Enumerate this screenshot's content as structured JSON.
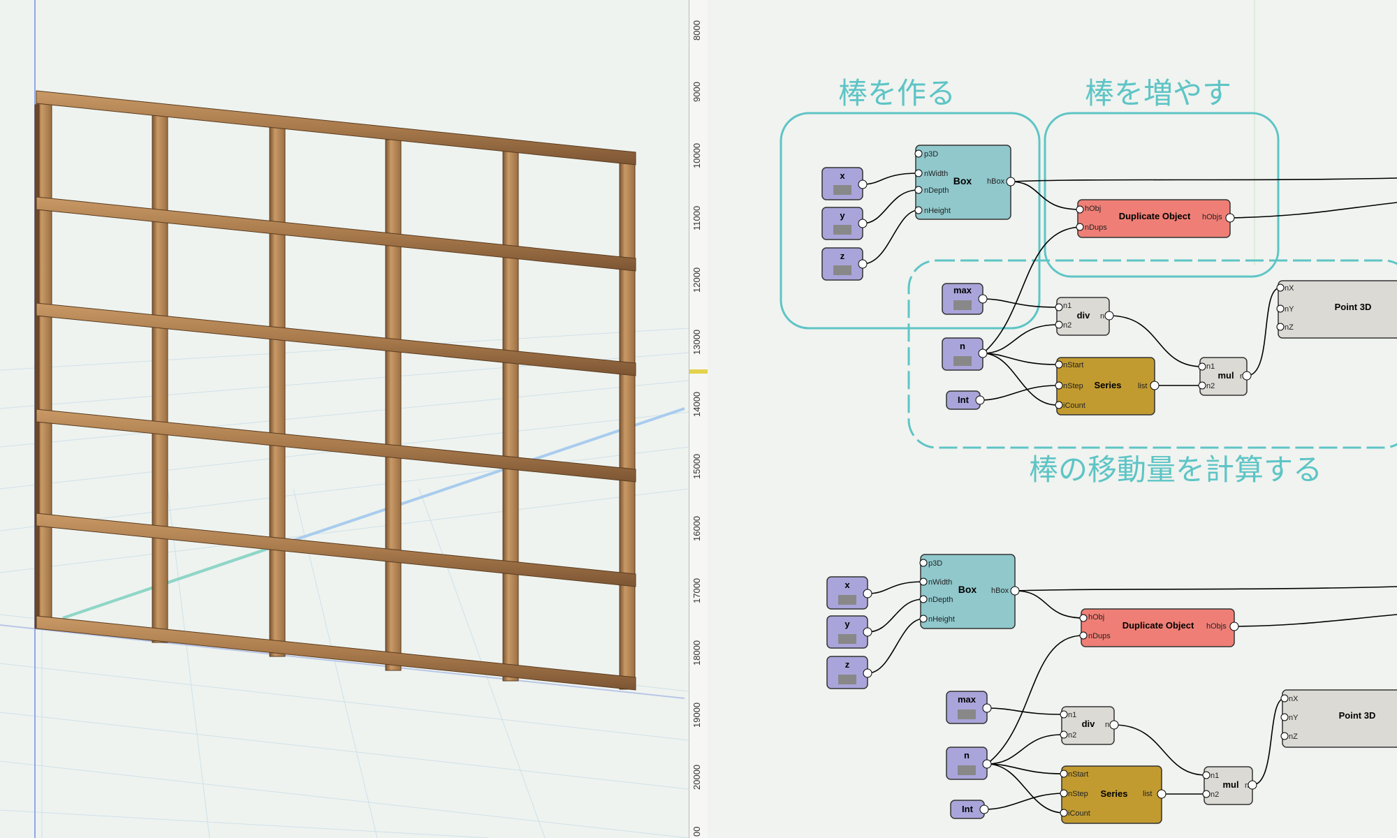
{
  "ruler": {
    "labels": [
      "8000",
      "9000",
      "10000",
      "11000",
      "12000",
      "13000",
      "14000",
      "15000",
      "16000",
      "17000",
      "18000",
      "19000",
      "20000",
      "00"
    ]
  },
  "groups": {
    "make_bar": "棒を作る",
    "add_bar": "棒を増やす",
    "calc_move": "棒の移動量を計算する"
  },
  "nodes": {
    "x": "x",
    "y": "y",
    "z": "z",
    "max": "max",
    "n": "n",
    "int": "Int",
    "box": {
      "title": "Box",
      "in": [
        "p3D",
        "nWidth",
        "nDepth",
        "nHeight"
      ],
      "out": "hBox"
    },
    "dup": {
      "title": "Duplicate Object",
      "in": [
        "hObj",
        "nDups"
      ],
      "out": "hObjs"
    },
    "div": {
      "title": "div",
      "in": [
        "n1",
        "n2"
      ],
      "out": "n"
    },
    "series": {
      "title": "Series",
      "in": [
        "nStart",
        "nStep",
        "iCount"
      ],
      "out": "list"
    },
    "mul": {
      "title": "mul",
      "in": [
        "n1",
        "n2"
      ],
      "out": "n"
    },
    "point": {
      "title": "Point 3D",
      "in": [
        "nX",
        "nY",
        "nZ"
      ]
    }
  },
  "colors": {
    "input_node": "#a9a5da",
    "box_node": "#90c8cc",
    "dup_node": "#ef7f76",
    "math_node": "#dcdad4",
    "series_node": "#c29b30",
    "group_frame": "#5ec4c6",
    "wood": "#a2774b"
  }
}
